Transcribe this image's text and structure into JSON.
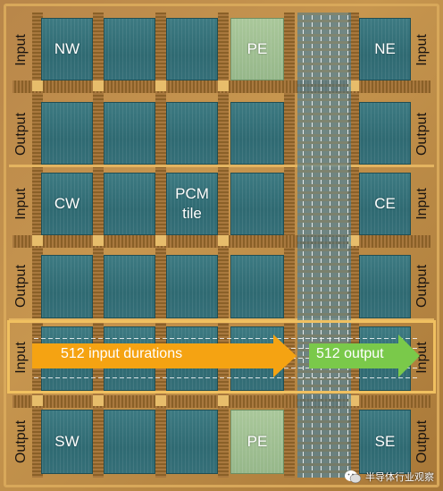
{
  "tiles": {
    "nw": "NW",
    "pe_top": "PE",
    "ne": "NE",
    "cw": "CW",
    "pcm": "PCM\ntile",
    "ce": "CE",
    "sw": "SW",
    "pe_bottom": "PE",
    "se": "SE"
  },
  "side_labels": {
    "row1": "Input",
    "row2": "Output",
    "row3": "Input",
    "row4": "Output",
    "row5": "Input",
    "row6": "Output"
  },
  "arrows": {
    "input_durations": "512 input durations",
    "output": "512 output"
  },
  "colors": {
    "input_arrow": "#f5a312",
    "output_arrow": "#7ac94a",
    "tile_teal": "#3a7680",
    "tile_pe": "#a4c395",
    "frame_gold": "#f0c060"
  },
  "watermark": {
    "text": "半导体行业观察",
    "icon": "wechat-icon"
  }
}
